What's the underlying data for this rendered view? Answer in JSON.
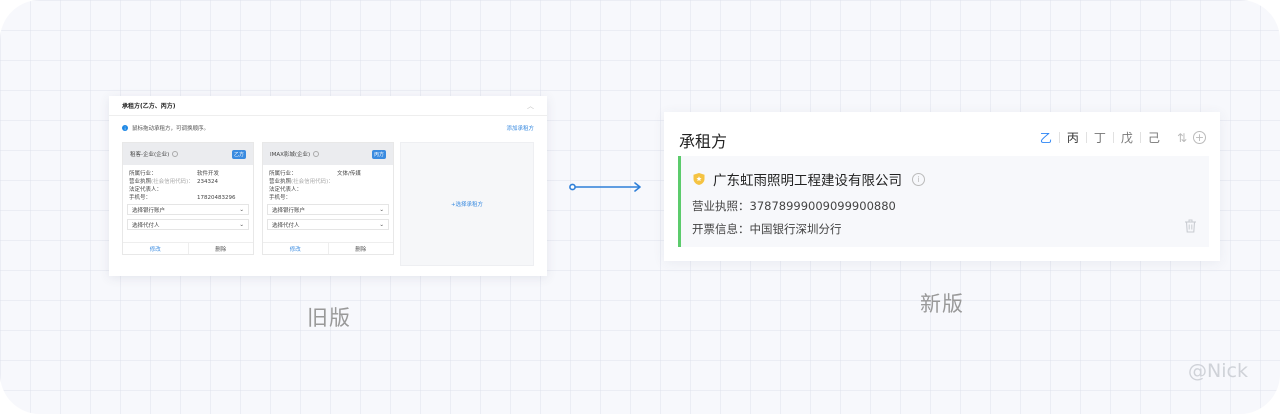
{
  "old": {
    "title": "承租方(乙方、丙方)",
    "tip": "鼠标拖动承租方，可调换顺序。",
    "add_link": "添加承租方",
    "cards": [
      {
        "name": "租客-企业(企业)",
        "badge": "乙方",
        "fields": [
          {
            "label": "所属行业：",
            "sub": "",
            "value": "软件开发"
          },
          {
            "label": "营业执照",
            "sub": "(社会信用代码)：",
            "value": "234324"
          },
          {
            "label": "法定代表人：",
            "sub": "",
            "value": ""
          },
          {
            "label": "手机号：",
            "sub": "",
            "value": "17820483296"
          }
        ],
        "select_bank": "选择银行账户",
        "select_payer": "选择代付人",
        "edit": "修改",
        "delete": "删除"
      },
      {
        "name": "IMAX影城(企业)",
        "badge": "丙方",
        "fields": [
          {
            "label": "所属行业：",
            "sub": "",
            "value": "文体/传媒"
          },
          {
            "label": "营业执照",
            "sub": "(社会信用代码)：",
            "value": ""
          },
          {
            "label": "法定代表人：",
            "sub": "",
            "value": ""
          },
          {
            "label": "手机号：",
            "sub": "",
            "value": ""
          }
        ],
        "select_bank": "选择银行账户",
        "select_payer": "选择代付人",
        "edit": "修改",
        "delete": "删除"
      }
    ],
    "add_box": "+选择承租方",
    "caption": "旧版"
  },
  "new": {
    "title": "承租方",
    "tabs": [
      "乙",
      "丙",
      "丁",
      "戊",
      "己"
    ],
    "active_tab": "乙",
    "company": "广东虹雨照明工程建设有限公司",
    "license_label": "营业执照：",
    "license_value": "37878999009099900880",
    "invoice_label": "开票信息：",
    "invoice_value": "中国银行深圳分行",
    "caption": "新版"
  },
  "colors": {
    "accent": "#2f86f5",
    "old_accent": "#3a8be0",
    "active_bar": "#5ccb6c",
    "shield": "#f5c342"
  },
  "signature": "@Nick"
}
